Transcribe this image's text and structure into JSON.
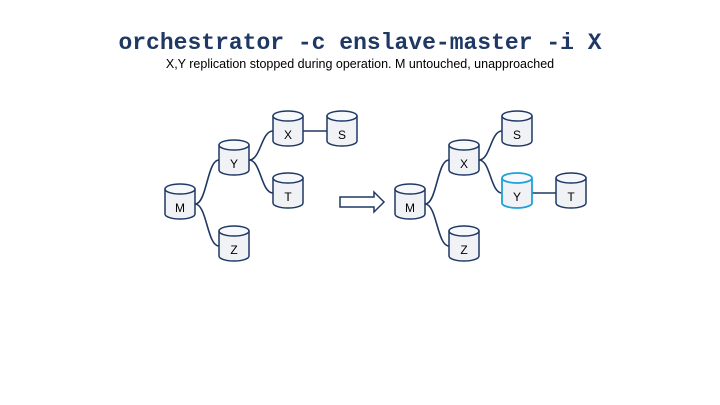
{
  "title": "orchestrator -c enslave-master -i X",
  "subtitle": "X,Y replication stopped during operation. M untouched, unapproached",
  "colors": {
    "title": "#1f3864",
    "node_stroke": "#1f3864",
    "highlight": "#1ea1d8"
  },
  "before": {
    "nodes": [
      {
        "id": "M",
        "label": "M"
      },
      {
        "id": "Y",
        "label": "Y"
      },
      {
        "id": "Z",
        "label": "Z"
      },
      {
        "id": "X",
        "label": "X"
      },
      {
        "id": "T",
        "label": "T"
      },
      {
        "id": "S",
        "label": "S"
      }
    ],
    "edges": [
      [
        "M",
        "Y"
      ],
      [
        "M",
        "Z"
      ],
      [
        "Y",
        "X"
      ],
      [
        "Y",
        "T"
      ],
      [
        "X",
        "S"
      ]
    ]
  },
  "after": {
    "nodes": [
      {
        "id": "M",
        "label": "M"
      },
      {
        "id": "X",
        "label": "X"
      },
      {
        "id": "Z",
        "label": "Z"
      },
      {
        "id": "S",
        "label": "S"
      },
      {
        "id": "Y",
        "label": "Y",
        "highlight": true
      },
      {
        "id": "T",
        "label": "T"
      }
    ],
    "edges": [
      [
        "M",
        "X"
      ],
      [
        "M",
        "Z"
      ],
      [
        "X",
        "S"
      ],
      [
        "X",
        "Y"
      ],
      [
        "Y",
        "T"
      ]
    ]
  }
}
